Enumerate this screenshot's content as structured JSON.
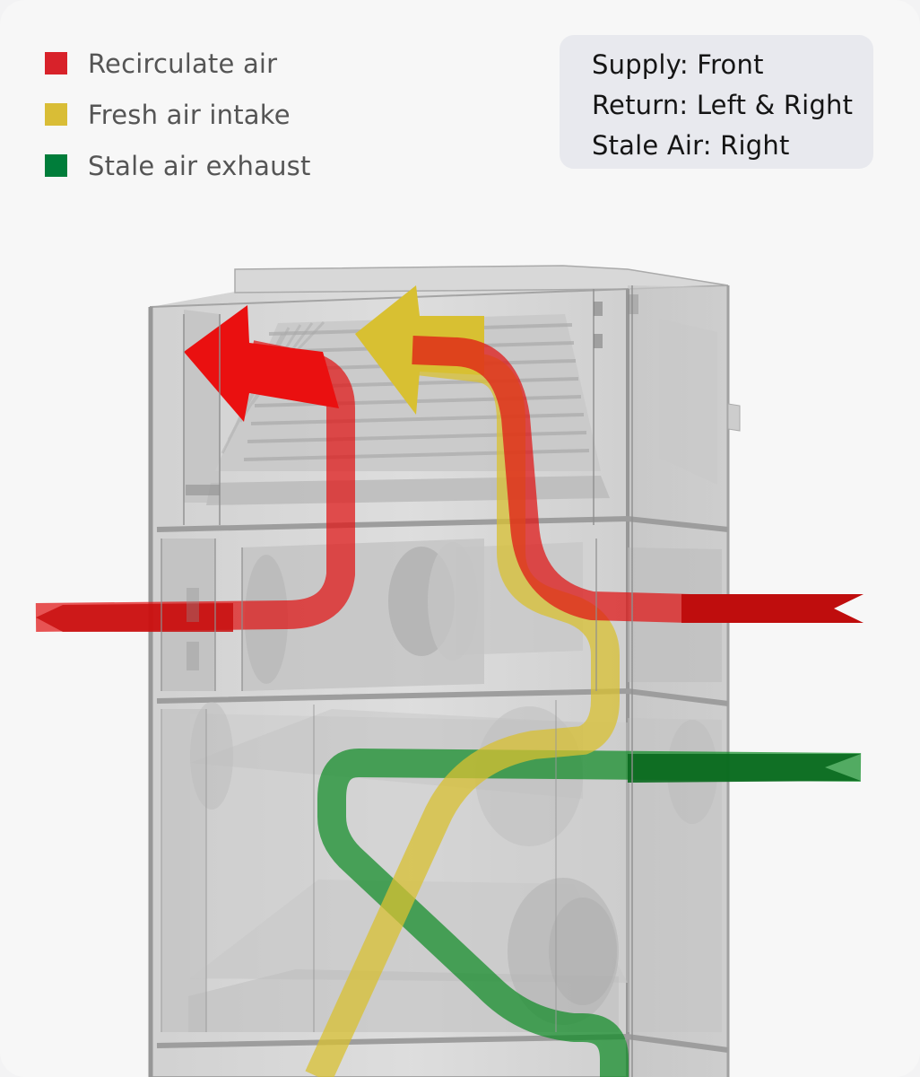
{
  "legend": {
    "items": [
      {
        "label": "Recirculate air",
        "color": "#d8222a"
      },
      {
        "label": "Fresh air intake",
        "color": "#d9bd36"
      },
      {
        "label": "Stale air exhaust",
        "color": "#007d3a"
      }
    ]
  },
  "info_box": {
    "lines": [
      "Supply: Front",
      "Return: Left & Right",
      "Stale Air: Right"
    ]
  },
  "flow_colors": {
    "recirculate": "#e01414",
    "fresh": "#d8c032",
    "stale": "#0b8a22"
  }
}
